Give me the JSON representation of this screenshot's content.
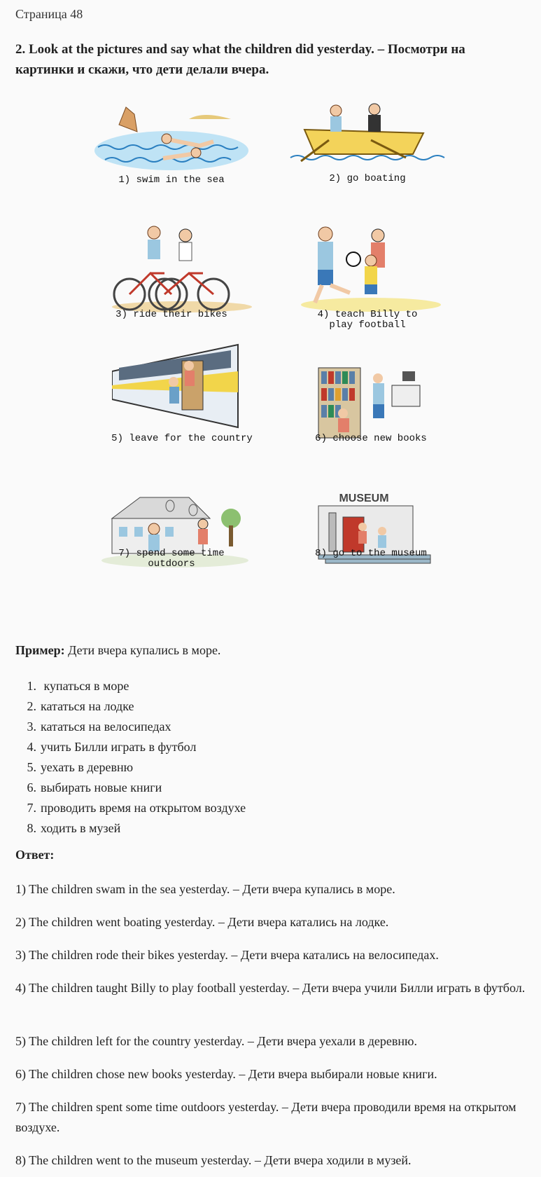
{
  "page_label": "Страница 48",
  "task_text": "2. Look at the pictures and say what the children did yesterday. – Посмотри на картинки и скажи, что дети делали вчера.",
  "pictures": [
    {
      "caption": "1) swim in the sea",
      "icon": "swimming-illustration"
    },
    {
      "caption": "2) go boating",
      "icon": "boating-illustration"
    },
    {
      "caption": "3) ride their bikes",
      "icon": "bikes-illustration"
    },
    {
      "caption": "4) teach Billy to\nplay football",
      "icon": "football-illustration"
    },
    {
      "caption": "5) leave for the country",
      "icon": "train-illustration"
    },
    {
      "caption": "6) choose new books",
      "icon": "library-illustration"
    },
    {
      "caption": "7) spend some time\noutdoors",
      "icon": "outdoors-illustration"
    },
    {
      "caption": "8) go to the museum",
      "icon": "museum-illustration"
    }
  ],
  "museum_sign": "MUSEUM",
  "example": {
    "label": "Пример:",
    "text": " Дети вчера купались в море."
  },
  "list": [
    {
      "n": "1.",
      "text": " купаться в море"
    },
    {
      "n": "2.",
      "text": "кататься на лодке"
    },
    {
      "n": "3.",
      "text": "кататься на велосипедах"
    },
    {
      "n": "4.",
      "text": "учить Билли играть в футбол"
    },
    {
      "n": "5.",
      "text": "уехать в деревню"
    },
    {
      "n": "6.",
      "text": "выбирать новые книги"
    },
    {
      "n": "7.",
      "text": "проводить время на открытом воздухе"
    },
    {
      "n": "8.",
      "text": "ходить в музей"
    }
  ],
  "answer_heading": "Ответ:",
  "answers": [
    "1) The children swam in the sea yesterday. – Дети вчера купались в море.",
    "2) The children went boating yesterday. – Дети вчера катались на лодке.",
    "3) The children rode their bikes yesterday. – Дети вчера катались на велосипедах.",
    "4) The children taught Billy to play football yesterday. – Дети вчера учили Билли играть в футбол.",
    "5) The children left for the country yesterday. – Дети вчера уехали в деревню.",
    "6) The children chose new books yesterday. – Дети вчера выбирали новые книги.",
    "7) The children spent some time outdoors yesterday. – Дети вчера проводили время на открытом воздухе.",
    "8) The children went to the museum yesterday. – Дети вчера ходили в музей."
  ]
}
